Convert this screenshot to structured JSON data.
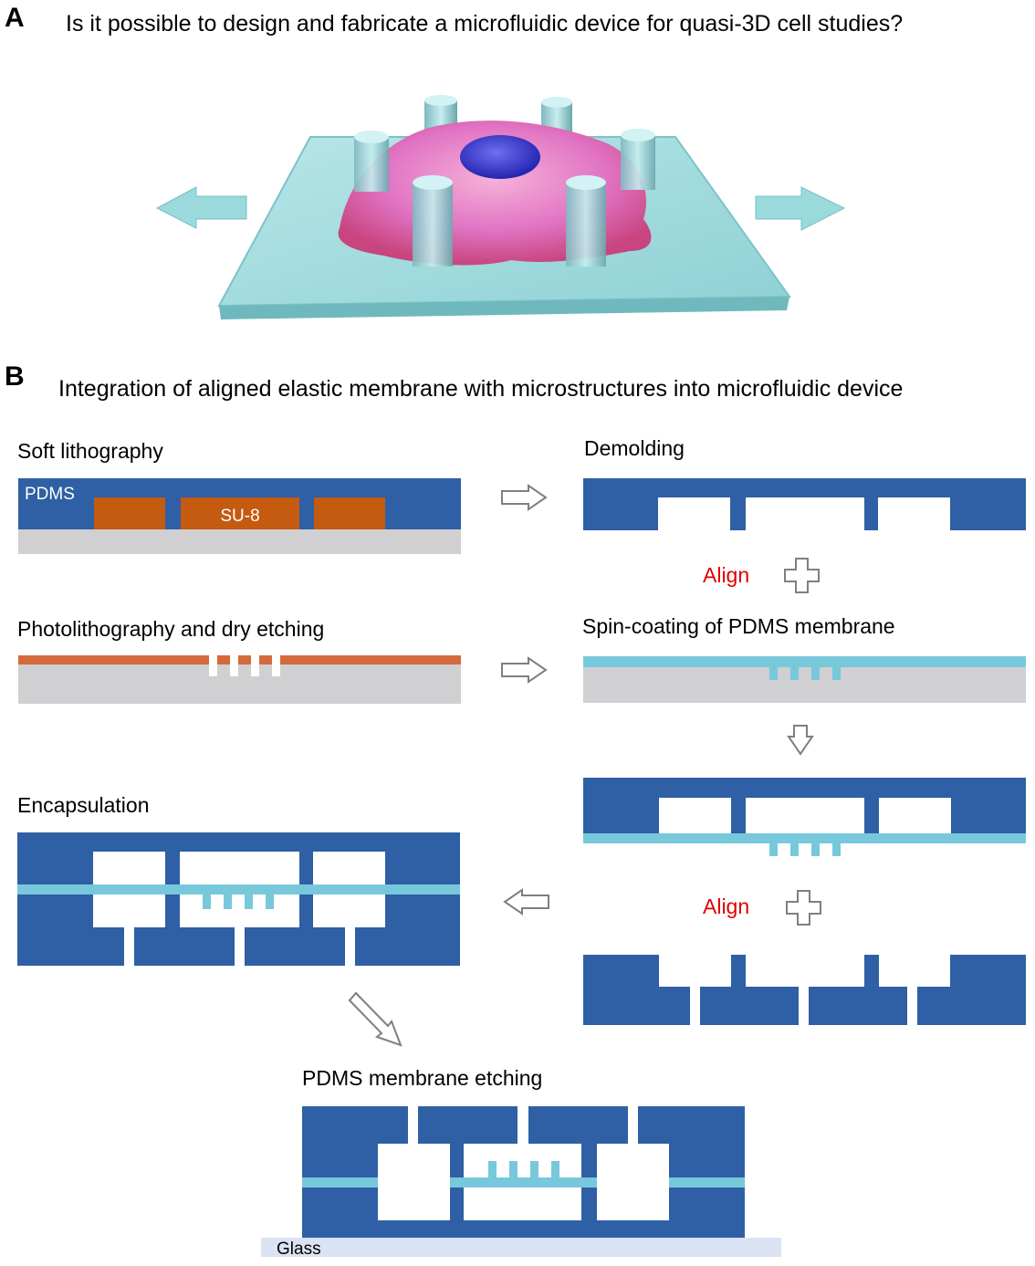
{
  "panel_a": {
    "letter": "A",
    "title": "Is it possible to design and fabricate a microfluidic device for quasi-3D cell studies?"
  },
  "panel_b": {
    "letter": "B",
    "title": "Integration of aligned elastic membrane with microstructures into microfluidic device",
    "steps": {
      "soft_lithography": "Soft lithography",
      "demolding": "Demolding",
      "photolithography": "Photolithography and dry etching",
      "spin_coating": "Spin-coating of PDMS  membrane",
      "encapsulation": "Encapsulation",
      "membrane_etching": "PDMS membrane etching"
    },
    "labels": {
      "pdms": "PDMS",
      "su8": "SU-8",
      "align": "Align",
      "glass": "Glass"
    }
  },
  "colors": {
    "pdms_blue": "#2f5fa5",
    "membrane_cyan": "#78c8dc",
    "su8_orange": "#c55a11",
    "substrate_grey": "#d0cfd1",
    "glass_blue": "#dae3f3",
    "align_red": "#e00000",
    "cell_pink": "#e277c4",
    "nucleus_blue": "#3333cc",
    "slab_teal": "#9ad9dc"
  },
  "icons": [
    "arrow-right-icon",
    "arrow-left-icon",
    "arrow-down-icon",
    "arrow-diagonal-icon",
    "plus-icon"
  ]
}
